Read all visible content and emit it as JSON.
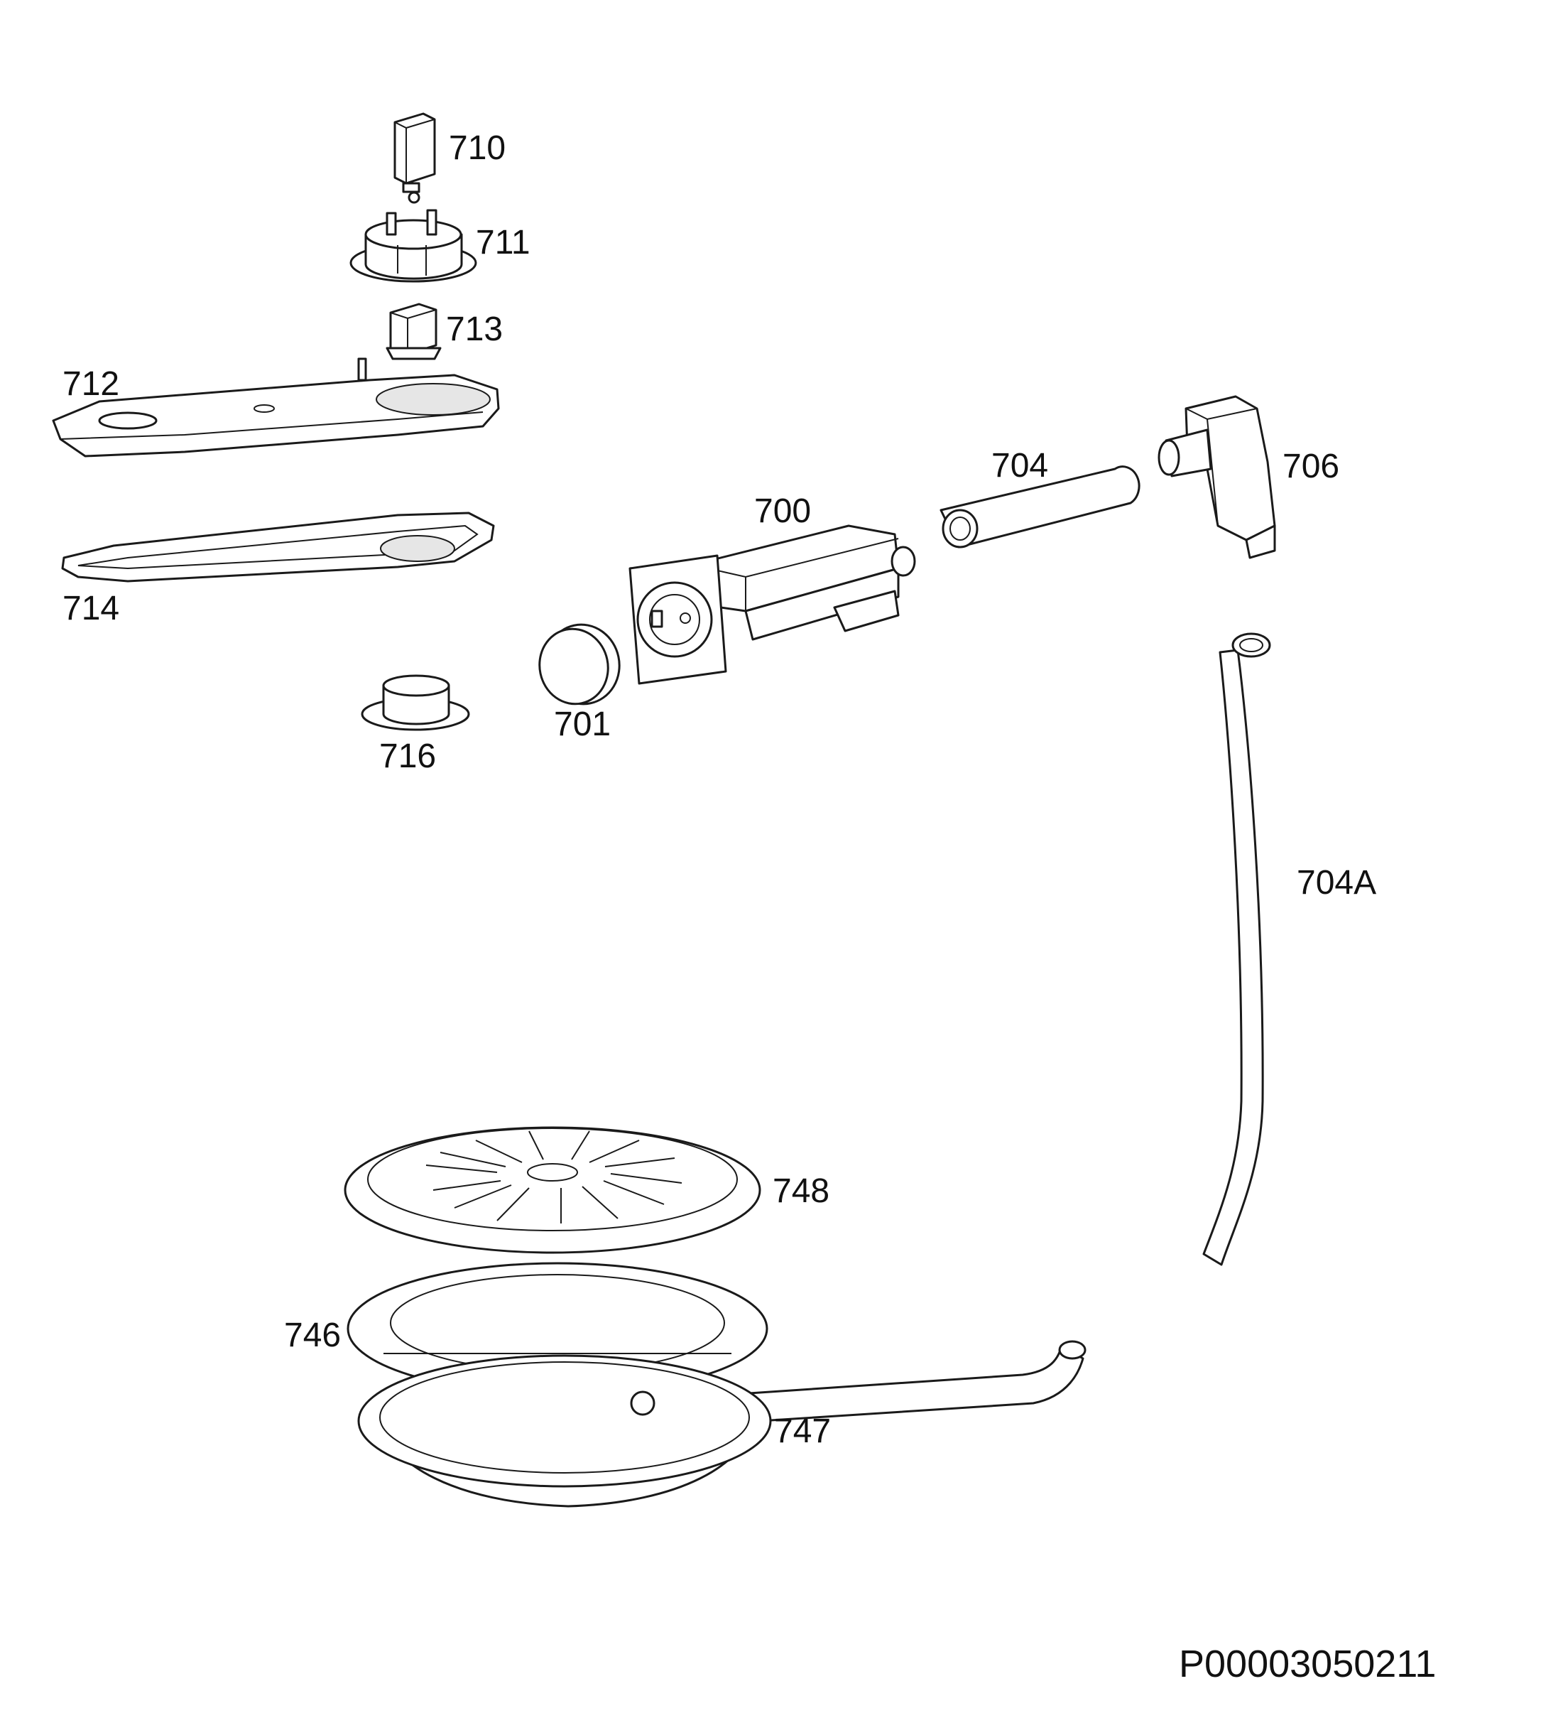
{
  "diagram": {
    "part_labels": {
      "p710": "710",
      "p711": "711",
      "p713": "713",
      "p712": "712",
      "p714": "714",
      "p716": "716",
      "p701": "701",
      "p700": "700",
      "p704": "704",
      "p706": "706",
      "p704a": "704A",
      "p748": "748",
      "p746": "746",
      "p747": "747"
    },
    "reference_number": "P00003050211"
  }
}
